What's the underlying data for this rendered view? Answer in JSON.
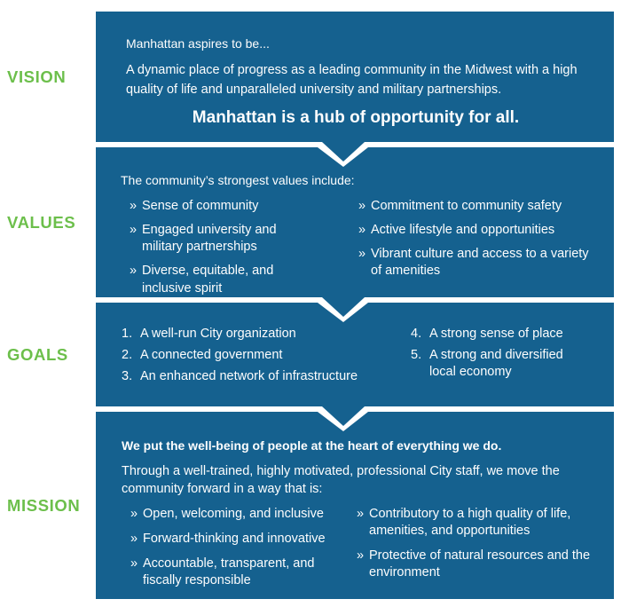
{
  "colors": {
    "panel_blue": "#15618F",
    "label_green": "#6CBF4B",
    "text_white": "#FDFDFD"
  },
  "bullet_char": "»",
  "vision": {
    "label": "VISION",
    "intro": "Manhattan aspires to be...",
    "body": "A dynamic place of progress as a leading community in the Midwest with a high quality of life and unparalleled university and military partnerships.",
    "headline": "Manhattan is a hub of opportunity for all."
  },
  "values": {
    "label": "VALUES",
    "intro": "The community’s strongest values include:",
    "left": [
      "Sense of community",
      "Engaged university and military partnerships",
      "Diverse, equitable, and inclusive spirit"
    ],
    "right": [
      "Commitment to community safety",
      "Active lifestyle and opportunities",
      "Vibrant culture and access to a variety of amenities"
    ]
  },
  "goals": {
    "label": "GOALS",
    "left": [
      {
        "num": "1.",
        "text": "A well-run City organization"
      },
      {
        "num": "2.",
        "text": "A connected government"
      },
      {
        "num": "3.",
        "text": "An enhanced network of infrastructure"
      }
    ],
    "right": [
      {
        "num": "4.",
        "text": "A strong sense of place"
      },
      {
        "num": "5.",
        "text": "A strong and diversified local economy"
      }
    ]
  },
  "mission": {
    "label": "MISSION",
    "headline": "We put the well-being of people at the heart of everything we do.",
    "body": "Through a well-trained, highly motivated, professional City staff, we move the community forward in a way that is:",
    "left": [
      "Open, welcoming, and inclusive",
      "Forward-thinking and innovative",
      "Accountable, transparent, and fiscally responsible"
    ],
    "right": [
      "Contributory to a high quality of life, amenities, and opportunities",
      "Protective of natural resources and the environment"
    ]
  }
}
